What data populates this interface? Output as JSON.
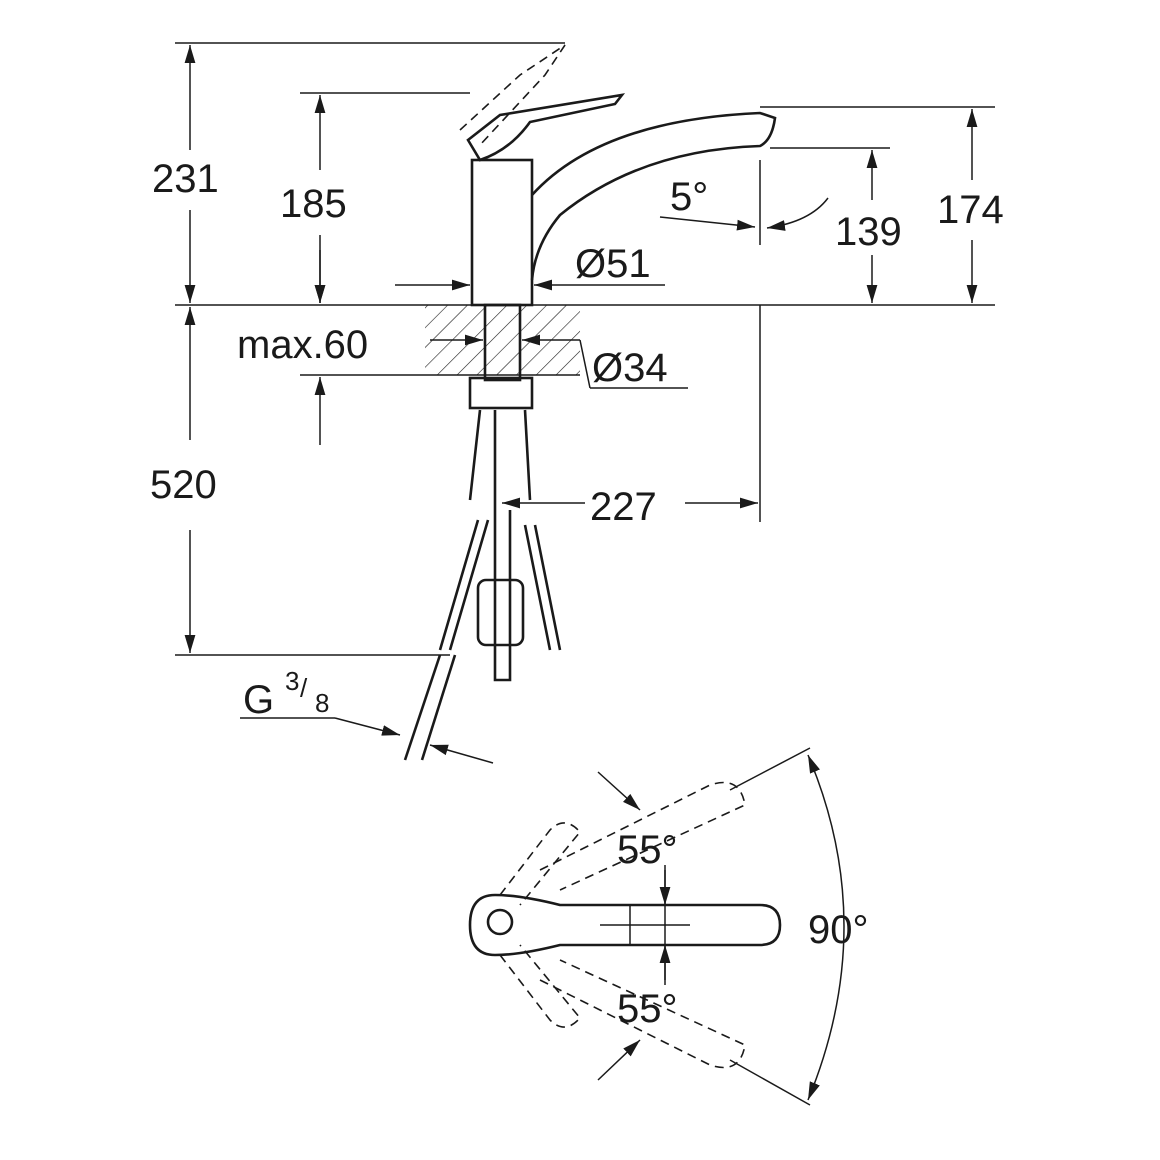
{
  "dimensions": {
    "total_height_lever_raised": "231",
    "height_to_lever": "185",
    "spout_angle": "5°",
    "spout_outlet_height": "139",
    "spout_height": "174",
    "body_diameter": "Ø51",
    "max_counter_thickness": "max.60",
    "hole_diameter": "Ø34",
    "hose_length": "520",
    "spout_reach": "227",
    "thread_prefix": "G",
    "thread_num": "3",
    "thread_den": "8",
    "lever_angle_up": "55°",
    "lever_angle_down": "55°",
    "lever_total_angle": "90°"
  },
  "colors": {
    "line": "#1a1a1a",
    "background": "#ffffff"
  }
}
